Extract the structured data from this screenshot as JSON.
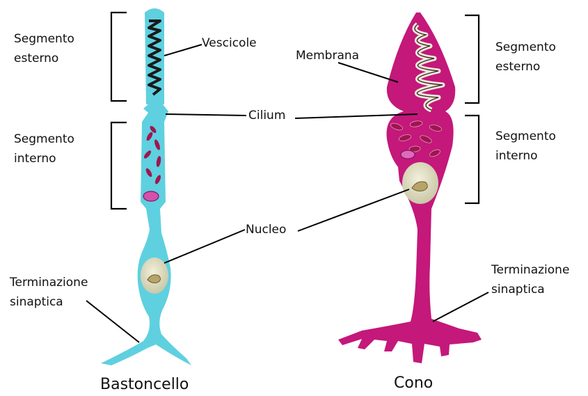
{
  "labels": {
    "rod_outer": "Segmento\nesterno",
    "rod_inner": "Segmento\ninterno",
    "rod_terminal": "Terminazione\nsinaptica",
    "cone_outer": "Segmento\nesterno",
    "cone_inner": "Segmento\ninterno",
    "cone_terminal": "Terminazione\nsinaptica",
    "vesicles": "Vescicole",
    "membrane": "Membrana",
    "cilium": "Cilium",
    "nucleus": "Nucleo"
  },
  "titles": {
    "rod": "Bastoncello",
    "cone": "Cono"
  },
  "colors": {
    "rod_fill": "#5fd0df",
    "cone_fill": "#c4187a",
    "mitochondria": "#a01550",
    "nucleus_fill": "#d9dcc0",
    "disc_stroke": "#1a1a1a",
    "line": "#000000"
  }
}
